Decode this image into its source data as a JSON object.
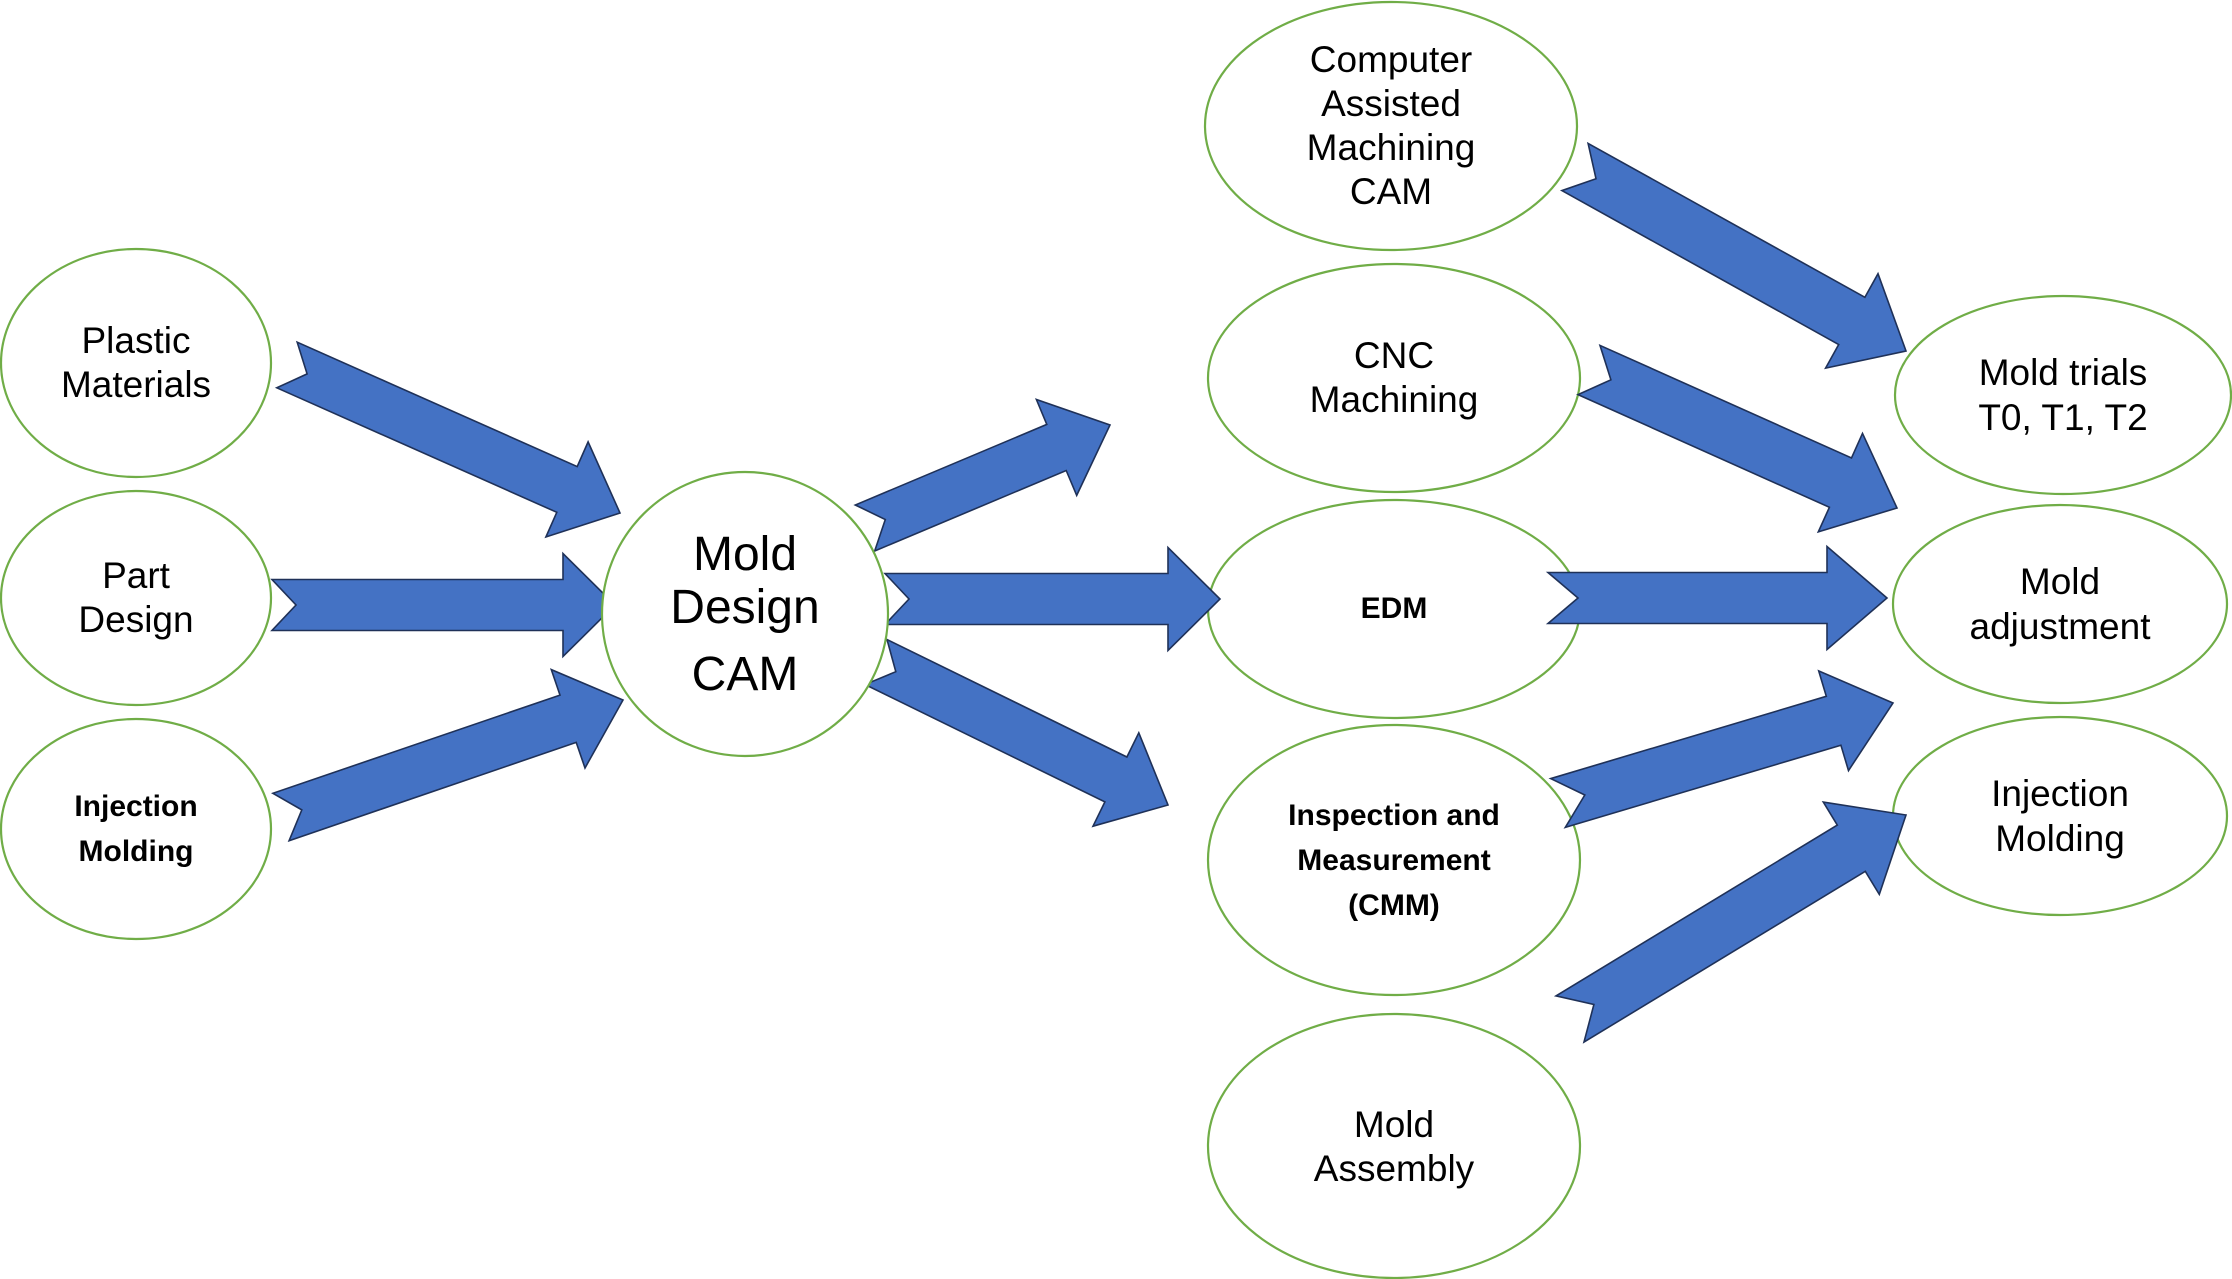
{
  "diagram": {
    "title": "Mold making process flow",
    "colors": {
      "node_stroke": "#70ad47",
      "node_fill": "#ffffff",
      "arrow_fill": "#4472c4",
      "arrow_stroke": "#1f3158",
      "text": "#000000"
    },
    "nodes": {
      "plastic_materials": {
        "lines": [
          "Plastic",
          "Materials"
        ]
      },
      "part_design": {
        "lines": [
          "Part",
          "Design"
        ]
      },
      "injection_molding_input": {
        "lines": [
          "Injection",
          "Molding"
        ]
      },
      "mold_design_cam": {
        "lines": [
          "Mold",
          "Design",
          "CAM"
        ]
      },
      "computer_assisted_machining": {
        "lines": [
          "Computer",
          "Assisted",
          "Machining",
          "CAM"
        ]
      },
      "cnc_machining": {
        "lines": [
          "CNC",
          "Machining"
        ]
      },
      "edm": {
        "lines": [
          "EDM"
        ]
      },
      "inspection_measurement": {
        "lines": [
          "Inspection and",
          "Measurement",
          "(CMM)"
        ]
      },
      "mold_assembly": {
        "lines": [
          "Mold",
          "Assembly"
        ]
      },
      "mold_trials": {
        "lines": [
          "Mold trials",
          "T0, T1, T2"
        ]
      },
      "mold_adjustment": {
        "lines": [
          "Mold",
          "adjustment"
        ]
      },
      "injection_molding_output": {
        "lines": [
          "Injection",
          "Molding"
        ]
      }
    },
    "edges": [
      {
        "from": "plastic_materials",
        "to": "mold_design_cam"
      },
      {
        "from": "part_design",
        "to": "mold_design_cam"
      },
      {
        "from": "injection_molding_input",
        "to": "mold_design_cam"
      },
      {
        "from": "mold_design_cam",
        "to": ""
      },
      {
        "from": "mold_design_cam",
        "to": "edm"
      },
      {
        "from": "mold_design_cam",
        "to": ""
      },
      {
        "from": "computer_assisted_machining",
        "to": "mold_trials"
      },
      {
        "from": "cnc_machining",
        "to": "mold_adjustment"
      },
      {
        "from": "edm",
        "to": "mold_adjustment"
      },
      {
        "from": "inspection_measurement",
        "to": "injection_molding_output"
      },
      {
        "from": "mold_assembly",
        "to": "injection_molding_output"
      }
    ]
  }
}
